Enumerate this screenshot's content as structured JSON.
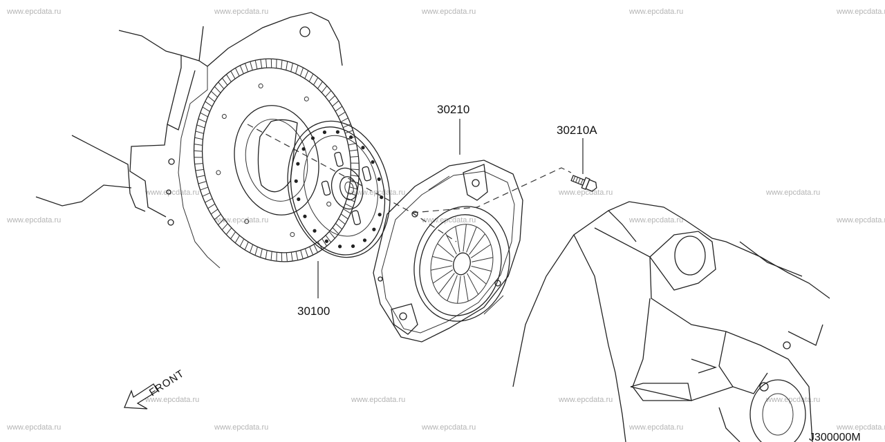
{
  "watermark": "www.epcdata.ru",
  "diagram_code": "J300000M",
  "front_label": "FRONT",
  "callouts": [
    {
      "id": "clutch-cover",
      "label": "30210"
    },
    {
      "id": "clutch-cover-bolt",
      "label": "30210A"
    },
    {
      "id": "clutch-disc",
      "label": "30100"
    }
  ],
  "components": [
    "flywheel-icon",
    "clutch-disc-icon",
    "clutch-cover-icon",
    "bolt-icon",
    "engine-block-icon",
    "transmission-housing-icon",
    "front-arrow-icon"
  ]
}
